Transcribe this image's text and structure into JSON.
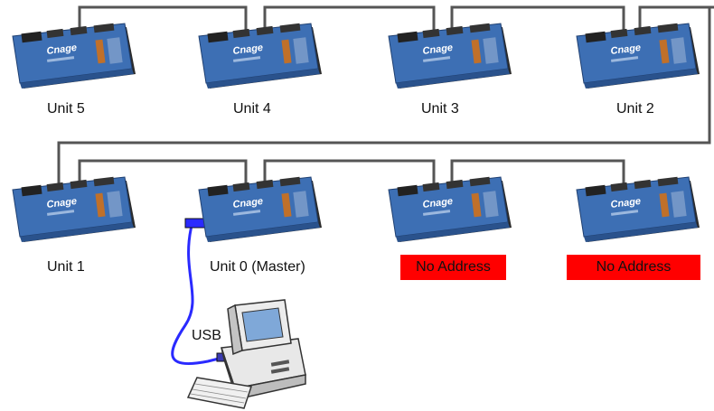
{
  "units": [
    {
      "id": "unit-5",
      "label": "Unit 5",
      "board_text": "Cnage"
    },
    {
      "id": "unit-4",
      "label": "Unit 4",
      "board_text": "Cnage"
    },
    {
      "id": "unit-3",
      "label": "Unit 3",
      "board_text": "Cnage"
    },
    {
      "id": "unit-2",
      "label": "Unit 2",
      "board_text": "Cnage"
    },
    {
      "id": "unit-1",
      "label": "Unit 1",
      "board_text": "Cnage"
    },
    {
      "id": "unit-0",
      "label": "Unit 0 (Master)",
      "board_text": "Cnage"
    },
    {
      "id": "unit-na1",
      "label": "",
      "board_text": "Cnage"
    },
    {
      "id": "unit-na2",
      "label": "",
      "board_text": "Cnage"
    }
  ],
  "badges": [
    {
      "label": "No Address",
      "color": "#ff0000"
    },
    {
      "label": "No Address",
      "color": "#ff0000"
    }
  ],
  "usb_label": "USB",
  "colors": {
    "board": "#3d6fb4",
    "board_dark": "#2a528c",
    "wire": "#555555",
    "usb_cable": "#2a2aff"
  }
}
